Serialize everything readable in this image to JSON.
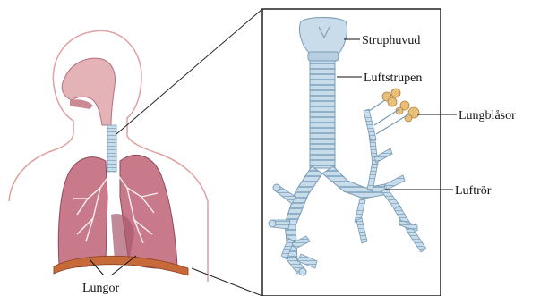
{
  "labels": {
    "larynx": "Struphuvud",
    "trachea": "Luftstrupen",
    "alveoli": "Lungblåsor",
    "bronchi": "Luftrör",
    "lungs": "Lungor"
  },
  "colors": {
    "outline": "#e0a0a0",
    "head_fill": "#e3b3b8",
    "lung_fill": "#c97a8a",
    "lung_dark": "#a8596c",
    "airway_fill": "#c8dcea",
    "airway_stroke": "#7a9bb5",
    "alveoli_fill": "#e8c07a",
    "diaphragm": "#c76a3a",
    "panel_border": "#222222"
  }
}
